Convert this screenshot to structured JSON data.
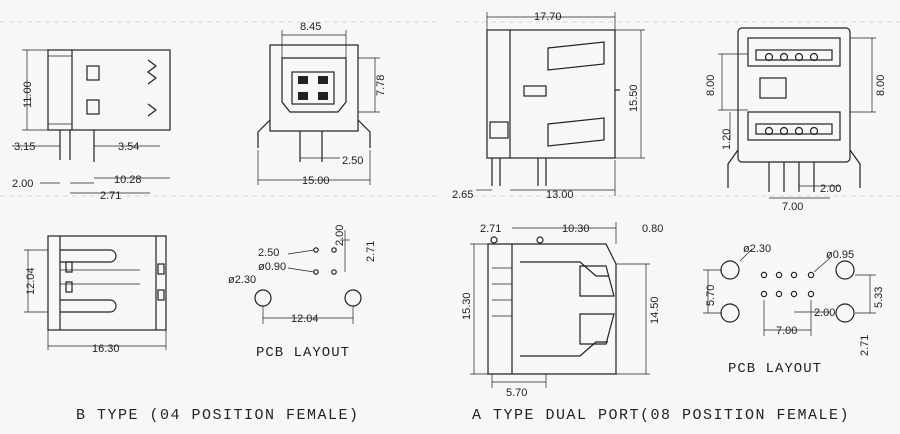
{
  "captions": {
    "b_type": "B TYPE (04 POSITION FEMALE)",
    "a_type": "A TYPE DUAL PORT(08 POSITION FEMALE)"
  },
  "pcb_layout_label": "PCB LAYOUT",
  "b_type": {
    "side_dims": [
      "11.00",
      "3.15",
      "3.54",
      "2.00",
      "10.28",
      "2.71"
    ],
    "front_dims": [
      "8.45",
      "7.78",
      "2.50",
      "15.00"
    ],
    "top_dims": [
      "12.04",
      "16.30"
    ],
    "pcb_dims": [
      "2.50",
      "ø0.90",
      "2.00",
      "2.71",
      "ø2.30",
      "12.04"
    ]
  },
  "a_type": {
    "side_dims": [
      "17.70",
      "15.50",
      "2.65",
      "13.00"
    ],
    "front_dims": [
      "8.00",
      "8.00",
      "1.20",
      "2.00",
      "7.00"
    ],
    "top_dims": [
      "2.71",
      "10.30",
      "0.80",
      "15.30",
      "14.50",
      "5.70"
    ],
    "pcb_dims": [
      "ø2.30",
      "ø0.95",
      "5.70",
      "5.33",
      "2.00",
      "7.00",
      "2.71"
    ]
  }
}
